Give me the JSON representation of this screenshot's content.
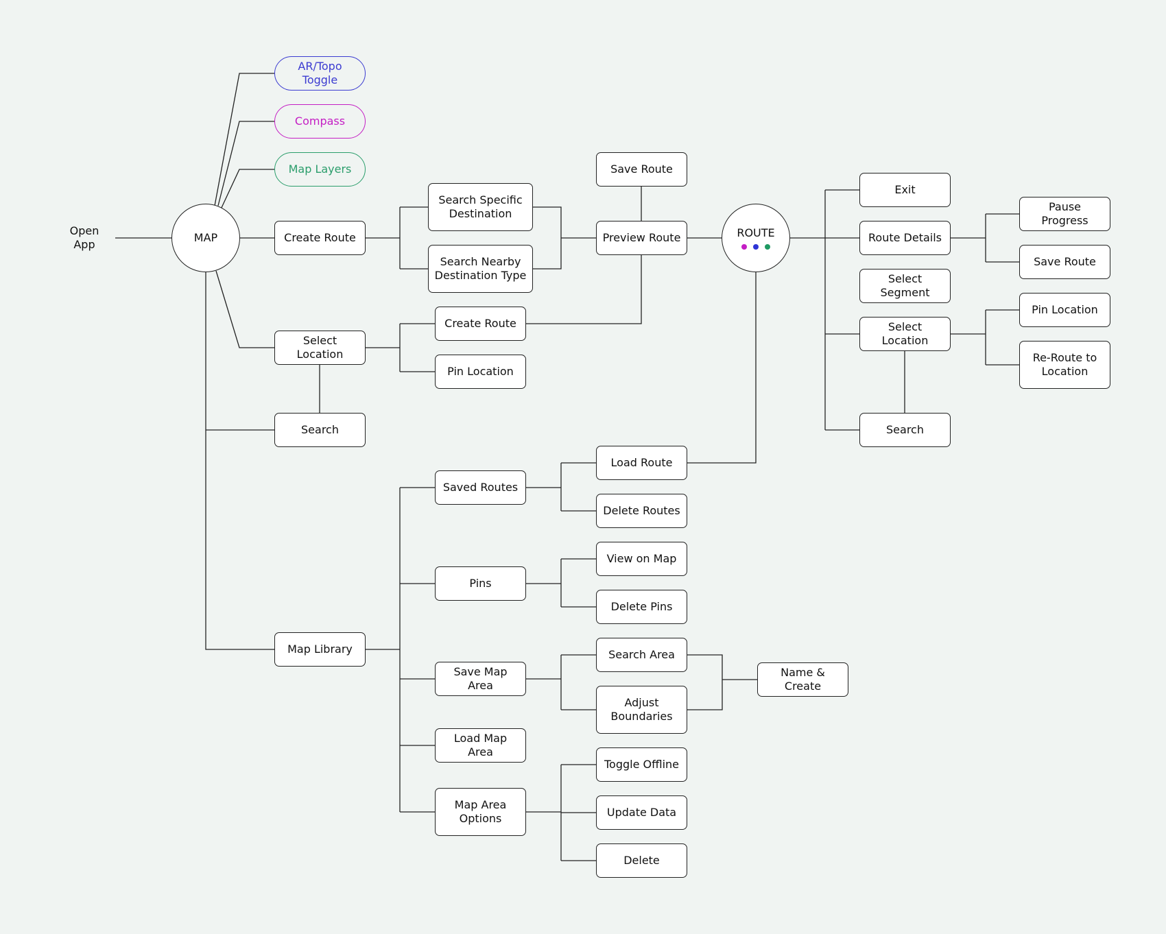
{
  "colors": {
    "background": "#f0f4f2",
    "line": "#222222",
    "ar_topo": "#3b3bd1",
    "compass": "#c41ec4",
    "map_layers": "#2a9d6b",
    "dot_magenta": "#c41ec4",
    "dot_blue": "#2e35d6",
    "dot_green": "#1f9a63"
  },
  "labels": {
    "open_app": "Open App",
    "map": "MAP",
    "ar_topo_toggle": "AR/Topo Toggle",
    "compass": "Compass",
    "map_layers": "Map Layers",
    "create_route": "Create Route",
    "select_location": "Select Location",
    "search": "Search",
    "map_library": "Map Library",
    "search_specific_destination": "Search Specific\nDestination",
    "search_nearby_destination_type": "Search Nearby\nDestination Type",
    "create_route_2": "Create Route",
    "pin_location": "Pin Location",
    "saved_routes": "Saved Routes",
    "pins": "Pins",
    "save_map_area": "Save Map Area",
    "load_map_area": "Load Map Area",
    "map_area_options": "Map Area\nOptions",
    "save_route": "Save Route",
    "preview_route": "Preview Route",
    "load_route": "Load Route",
    "delete_routes": "Delete Routes",
    "view_on_map": "View on Map",
    "delete_pins": "Delete Pins",
    "search_area": "Search Area",
    "adjust_boundaries": "Adjust\nBoundaries",
    "name_and_create": "Name & Create",
    "toggle_offline": "Toggle Offline",
    "update_data": "Update Data",
    "delete": "Delete",
    "route": "ROUTE",
    "exit": "Exit",
    "route_details": "Route Details",
    "select_segment": "Select Segment",
    "route_select_location": "Select Location",
    "route_search": "Search",
    "pause_progress": "Pause Progress",
    "route_save_route": "Save Route",
    "route_pin_location": "Pin Location",
    "re_route_to_location": "Re-Route to\nLocation"
  }
}
